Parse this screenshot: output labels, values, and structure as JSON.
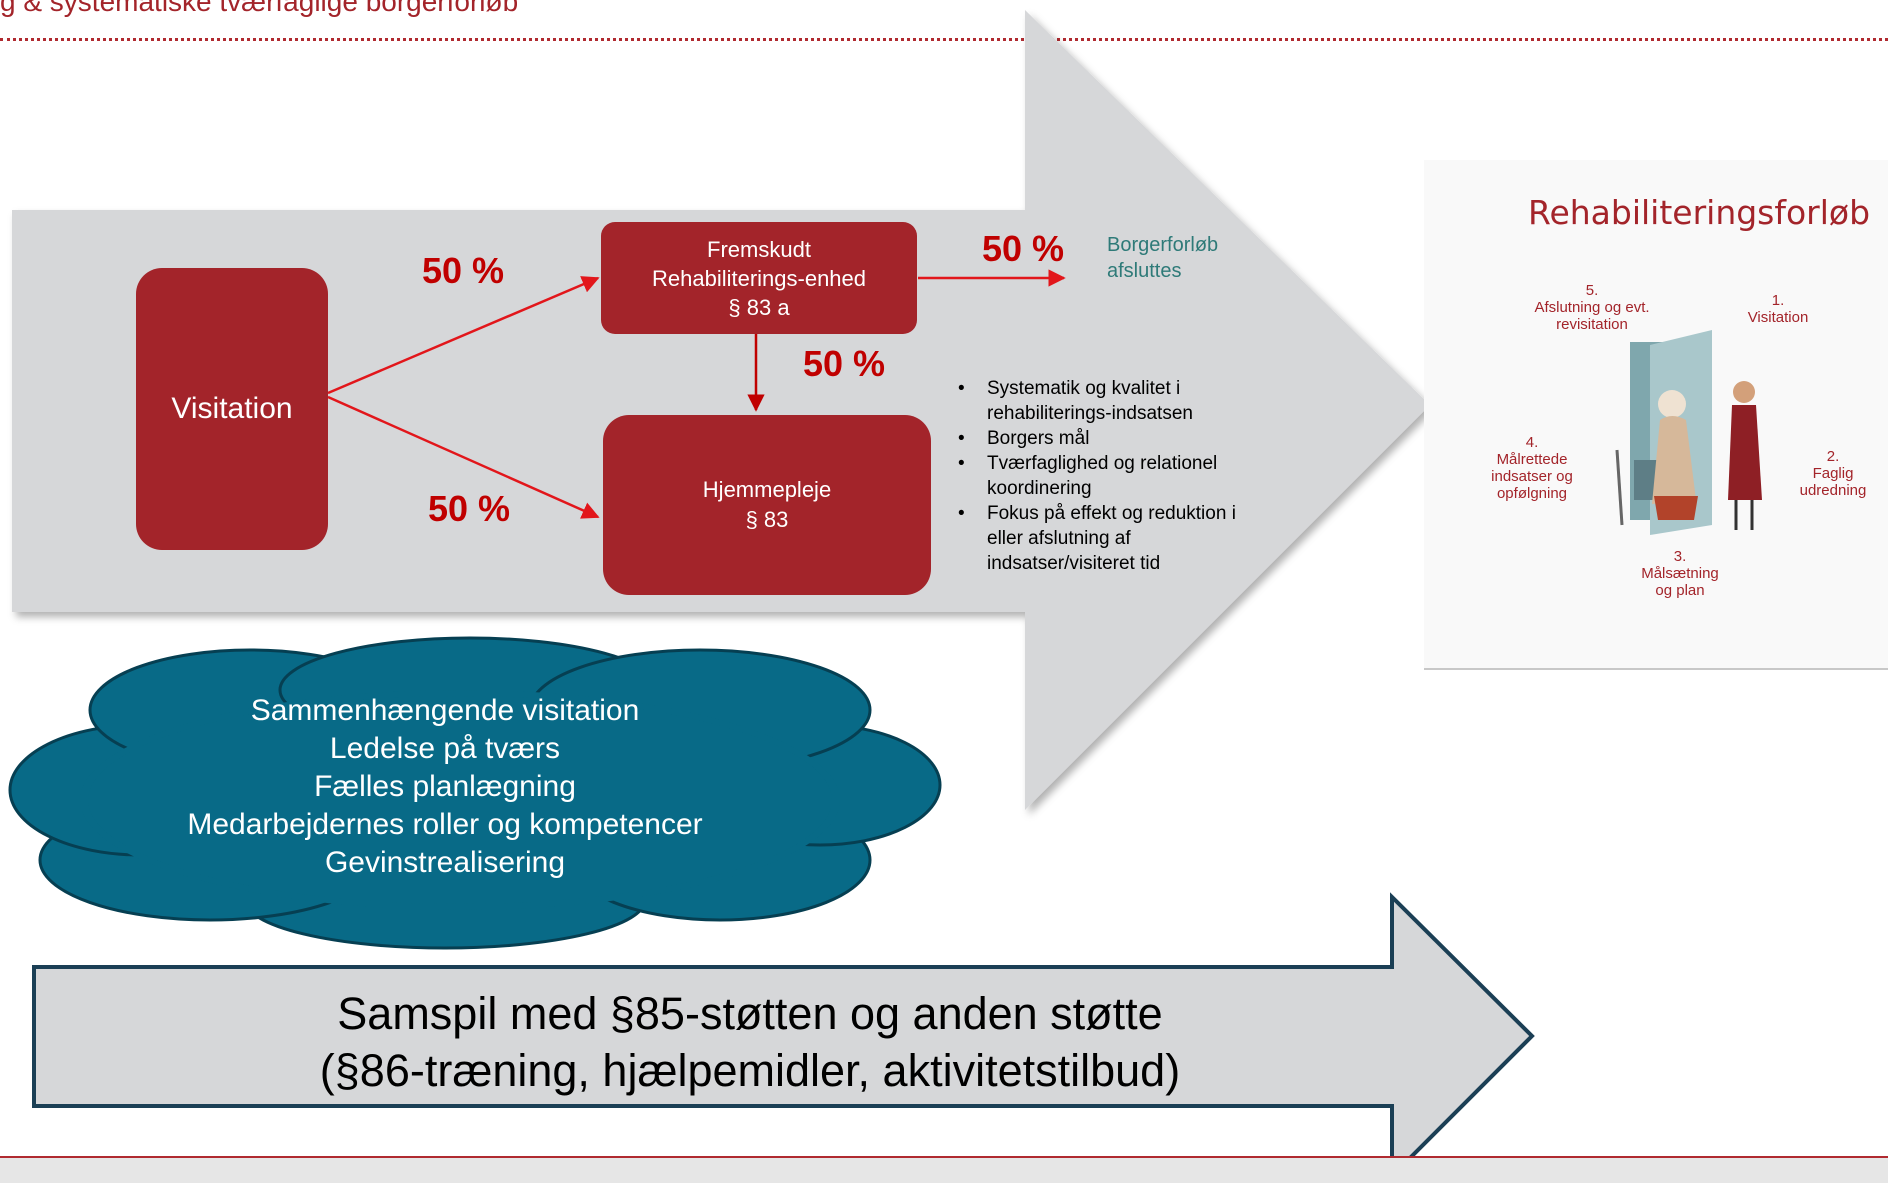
{
  "header": {
    "title": "g & systematiske tværfaglige borgerforløb"
  },
  "flow": {
    "visitation": "Visitation",
    "fremskudt": {
      "line1": "Fremskudt",
      "line2": "Rehabiliterings-enhed",
      "line3": "§ 83 a"
    },
    "hjemmepleje": {
      "line1": "Hjemmepleje",
      "line2": "§ 83"
    },
    "pct_top": "50 %",
    "pct_bottom": "50 %",
    "pct_middle": "50 %",
    "pct_right": "50 %",
    "end_label": "Borgerforløb afsluttes"
  },
  "bullets": [
    "Systematik og kvalitet i rehabiliterings-indsatsen",
    "Borgers mål",
    "Tværfaglighed og relationel koordinering",
    "Fokus på effekt og reduktion i eller afslutning af indsatser/visiteret tid"
  ],
  "cloud": {
    "lines": [
      "Sammenhængende visitation",
      "Ledelse på tværs",
      "Fælles planlægning",
      "Medarbejdernes roller og kompetencer",
      "Gevinstrealisering"
    ]
  },
  "bottom_arrow": {
    "line1": "Samspil med §85-støtten og anden støtte",
    "line2": "(§86-træning, hjælpemidler, aktivitetstilbud)"
  },
  "rehab": {
    "title": "Rehabiliteringsforløb",
    "steps": [
      {
        "num": "1.",
        "text": "Visitation"
      },
      {
        "num": "2.",
        "text": "Faglig udredning"
      },
      {
        "num": "3.",
        "text": "Målsætning og plan"
      },
      {
        "num": "4.",
        "text": "Målrettede indsatser og opfølgning"
      },
      {
        "num": "5.",
        "text": "Afslutning og evt. revisitation"
      }
    ]
  },
  "colors": {
    "box_red": "#a3242a",
    "arrow_red": "#e2161b",
    "percent_red": "#c00000",
    "cloud_teal": "#086a87",
    "arrow_gray": "#d6d7d9"
  }
}
